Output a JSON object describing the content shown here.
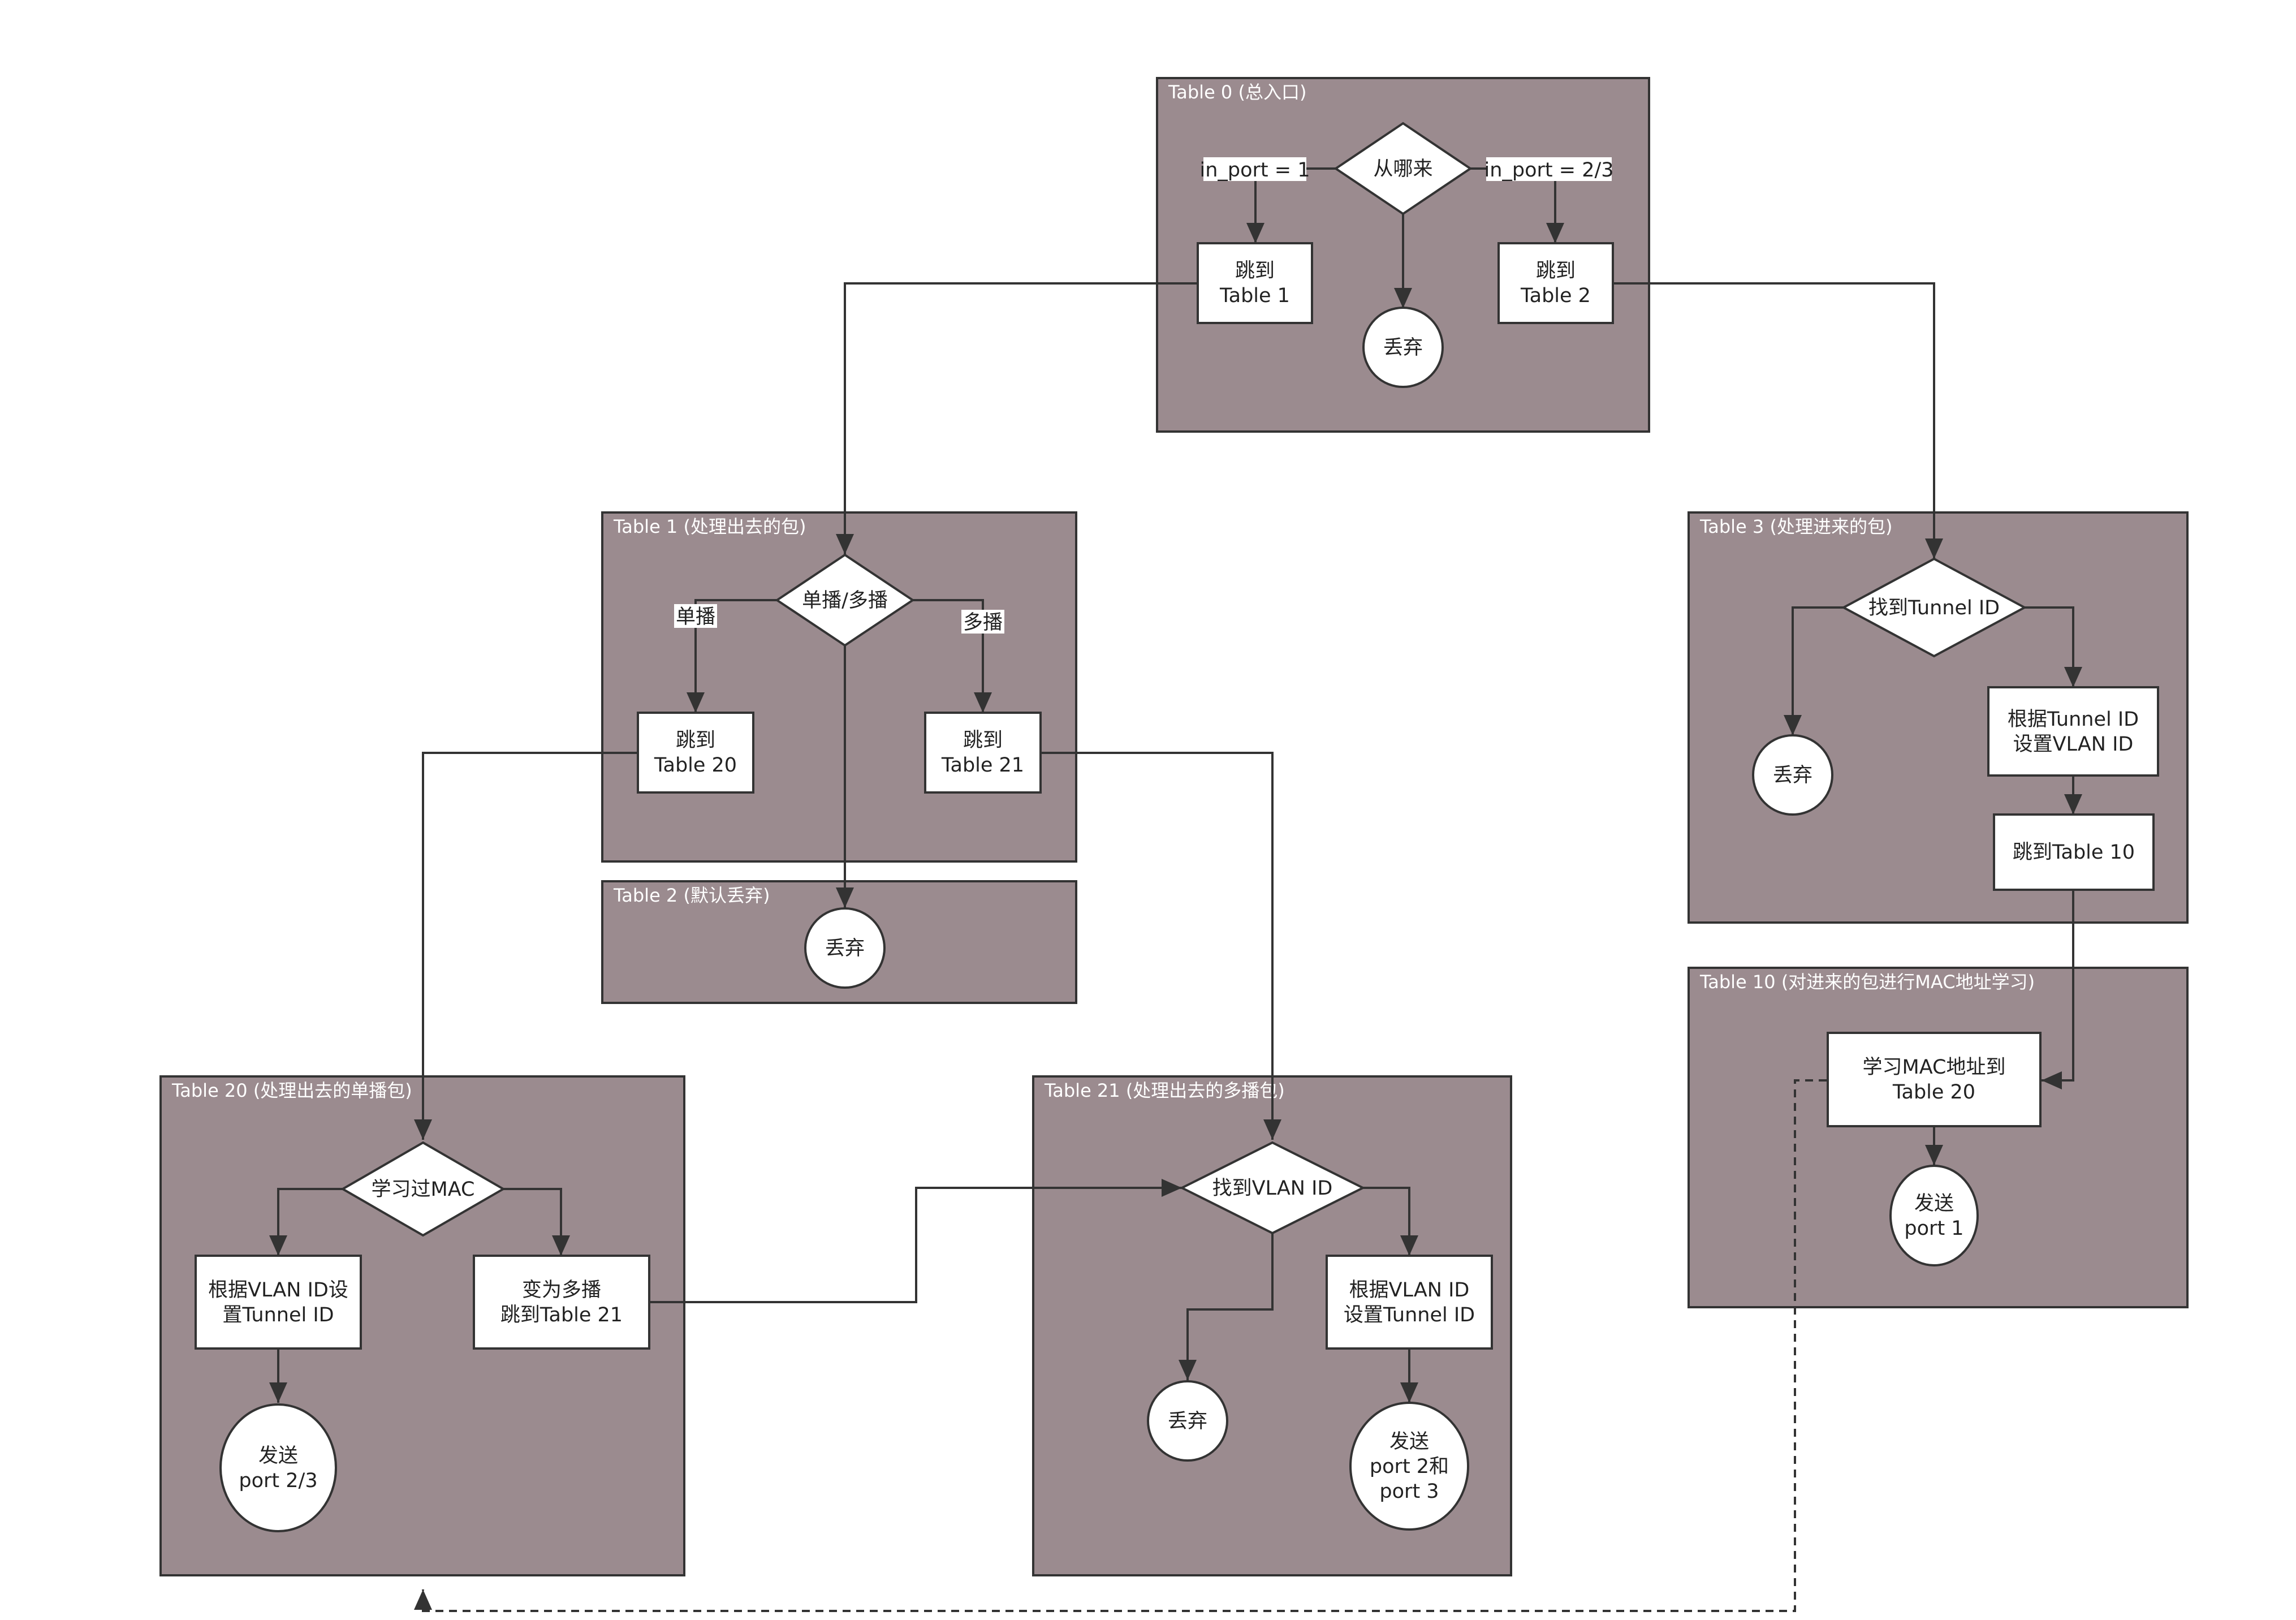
{
  "tables": {
    "t0": "Table 0 (总入口)",
    "t1": "Table 1 (处理出去的包)",
    "t2": "Table 2 (默认丢弃)",
    "t3": "Table 3 (处理进来的包)",
    "t10": "Table 10 (对进来的包进行MAC地址学习)",
    "t20": "Table 20 (处理出去的单播包)",
    "t21": "Table 21 (处理出去的多播包)"
  },
  "nodes": {
    "t0_decision": [
      "从哪来"
    ],
    "t0_jump1": [
      "跳到",
      "Table 1"
    ],
    "t0_jump2": [
      "跳到",
      "Table 2"
    ],
    "t0_drop": [
      "丢弃"
    ],
    "t1_decision": [
      "单播/多播"
    ],
    "t1_jump20": [
      "跳到",
      "Table 20"
    ],
    "t1_jump21": [
      "跳到",
      "Table 21"
    ],
    "t2_drop": [
      "丢弃"
    ],
    "t3_decision": [
      "找到Tunnel ID"
    ],
    "t3_drop": [
      "丢弃"
    ],
    "t3_setvlan": [
      "根据Tunnel ID",
      "设置VLAN ID"
    ],
    "t3_jump10": [
      "跳到Table 10"
    ],
    "t10_learn": [
      "学习MAC地址到",
      "Table 20"
    ],
    "t10_send": [
      "发送",
      "port 1"
    ],
    "t20_decision": [
      "学习过MAC"
    ],
    "t20_settunnel": [
      "根据VLAN ID设",
      "置Tunnel ID"
    ],
    "t20_tomulti": [
      "变为多播",
      "跳到Table 21"
    ],
    "t20_send": [
      "发送",
      "port 2/3"
    ],
    "t21_decision": [
      "找到VLAN ID"
    ],
    "t21_settunnel": [
      "根据VLAN ID",
      "设置Tunnel ID"
    ],
    "t21_drop": [
      "丢弃"
    ],
    "t21_send": [
      "发送",
      "port 2和",
      "port 3"
    ]
  },
  "edge_labels": {
    "in_port_1": "in_port = 1",
    "in_port_23": "in_port = 2/3",
    "unicast": "单播",
    "multicast": "多播"
  },
  "colors": {
    "region_fill": "#9b8b8f",
    "stroke": "#333333",
    "node_fill": "#ffffff"
  }
}
